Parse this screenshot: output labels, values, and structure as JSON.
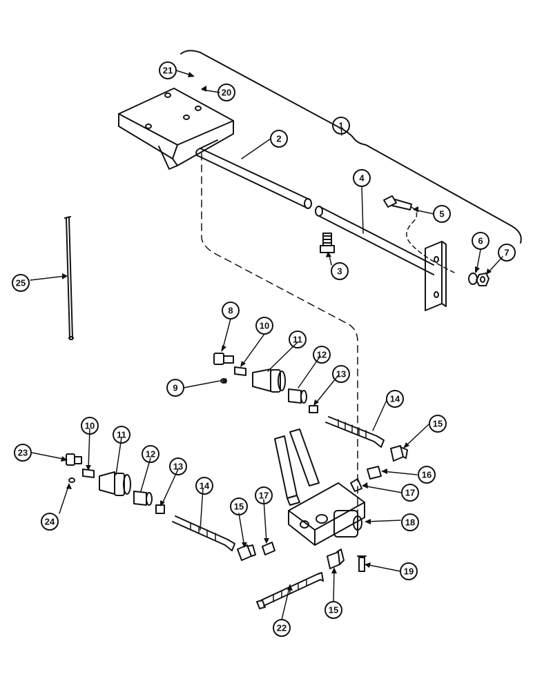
{
  "callouts": {
    "c1": "1",
    "c2": "2",
    "c3": "3",
    "c4": "4",
    "c5": "5",
    "c6": "6",
    "c7": "7",
    "c8": "8",
    "c9": "9",
    "c10a": "10",
    "c10b": "10",
    "c11a": "11",
    "c11b": "11",
    "c12a": "12",
    "c12b": "12",
    "c13a": "13",
    "c13b": "13",
    "c14a": "14",
    "c14b": "14",
    "c15a": "15",
    "c15b": "15",
    "c15c": "15",
    "c16": "16",
    "c17a": "17",
    "c17b": "17",
    "c18": "18",
    "c19": "19",
    "c20": "20",
    "c21": "21",
    "c22": "22",
    "c23": "23",
    "c24": "24",
    "c25": "25"
  }
}
